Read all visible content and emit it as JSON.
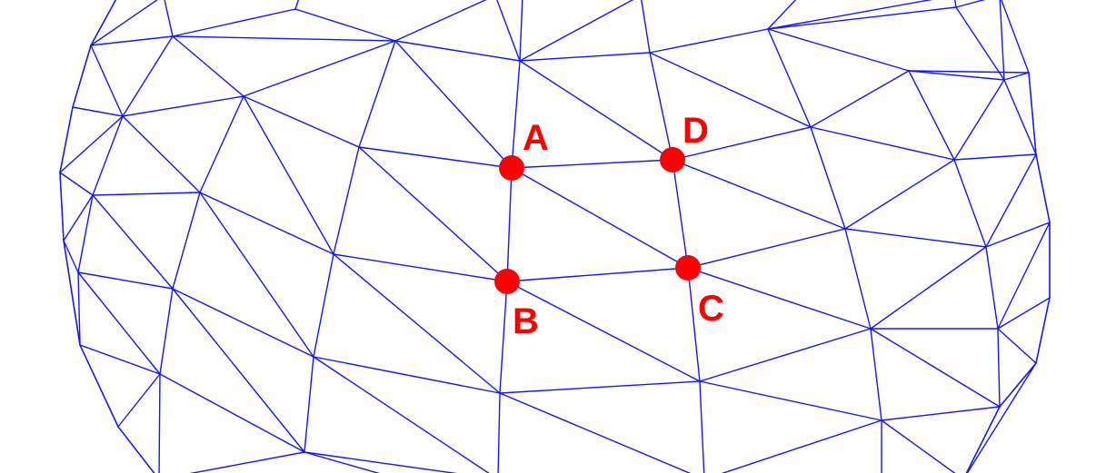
{
  "diagram": {
    "edge_color": "#1414ff",
    "vertex_color": "#ff0000",
    "background": "#ffffff",
    "labels": {
      "A": "A",
      "B": "B",
      "C": "C",
      "D": "D"
    }
  }
}
